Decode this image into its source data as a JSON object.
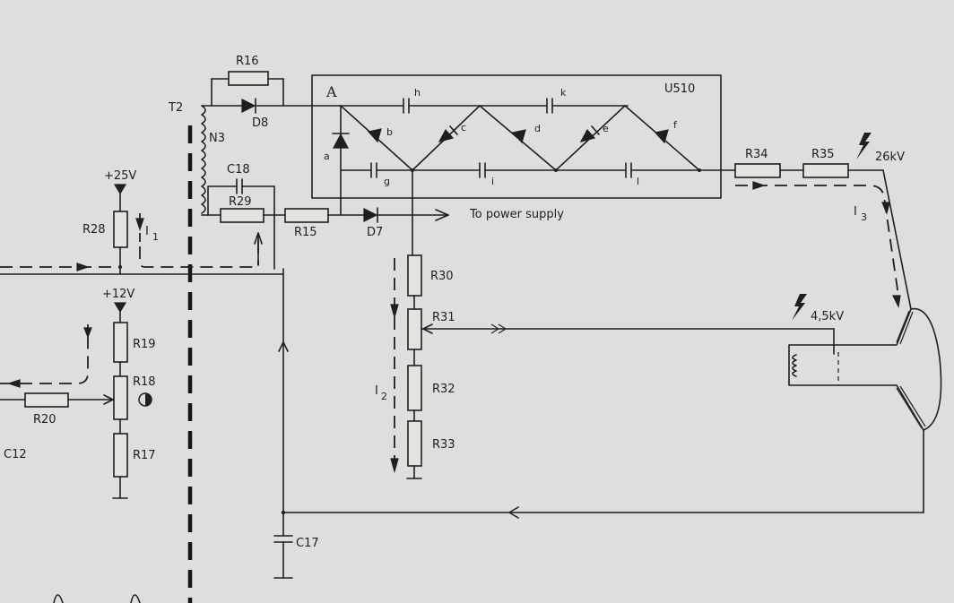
{
  "transformer": {
    "label": "T2",
    "winding": "N3"
  },
  "module": {
    "label": "U510",
    "node": "A"
  },
  "resistors": {
    "r16": "R16",
    "r29": "R29",
    "r15": "R15",
    "r28": "R28",
    "r19": "R19",
    "r18": "R18",
    "r20": "R20",
    "r17": "R17",
    "r30": "R30",
    "r31": "R31",
    "r32": "R32",
    "r33": "R33",
    "r34": "R34",
    "r35": "R35"
  },
  "capacitors": {
    "c18": "C18",
    "c17": "C17",
    "c12": "C12"
  },
  "diodes": {
    "d8": "D8",
    "d7": "D7"
  },
  "multiplier_letters": {
    "a": "a",
    "b": "b",
    "c": "c",
    "d": "d",
    "e": "e",
    "f": "f",
    "g": "g",
    "h": "h",
    "i": "i",
    "k": "k",
    "l": "l"
  },
  "voltages": {
    "v25": "+25V",
    "v12": "+12V",
    "kv26": "26kV",
    "kv45": "4,5kV"
  },
  "currents": {
    "i1": {
      "letter": "I",
      "sub": "1"
    },
    "i2": {
      "letter": "I",
      "sub": "2"
    },
    "i3": {
      "letter": "I",
      "sub": "3"
    }
  },
  "power_supply_label": "To power supply",
  "colors": {
    "paper": "#dcdfdb",
    "ink": "#1f1f1f"
  }
}
